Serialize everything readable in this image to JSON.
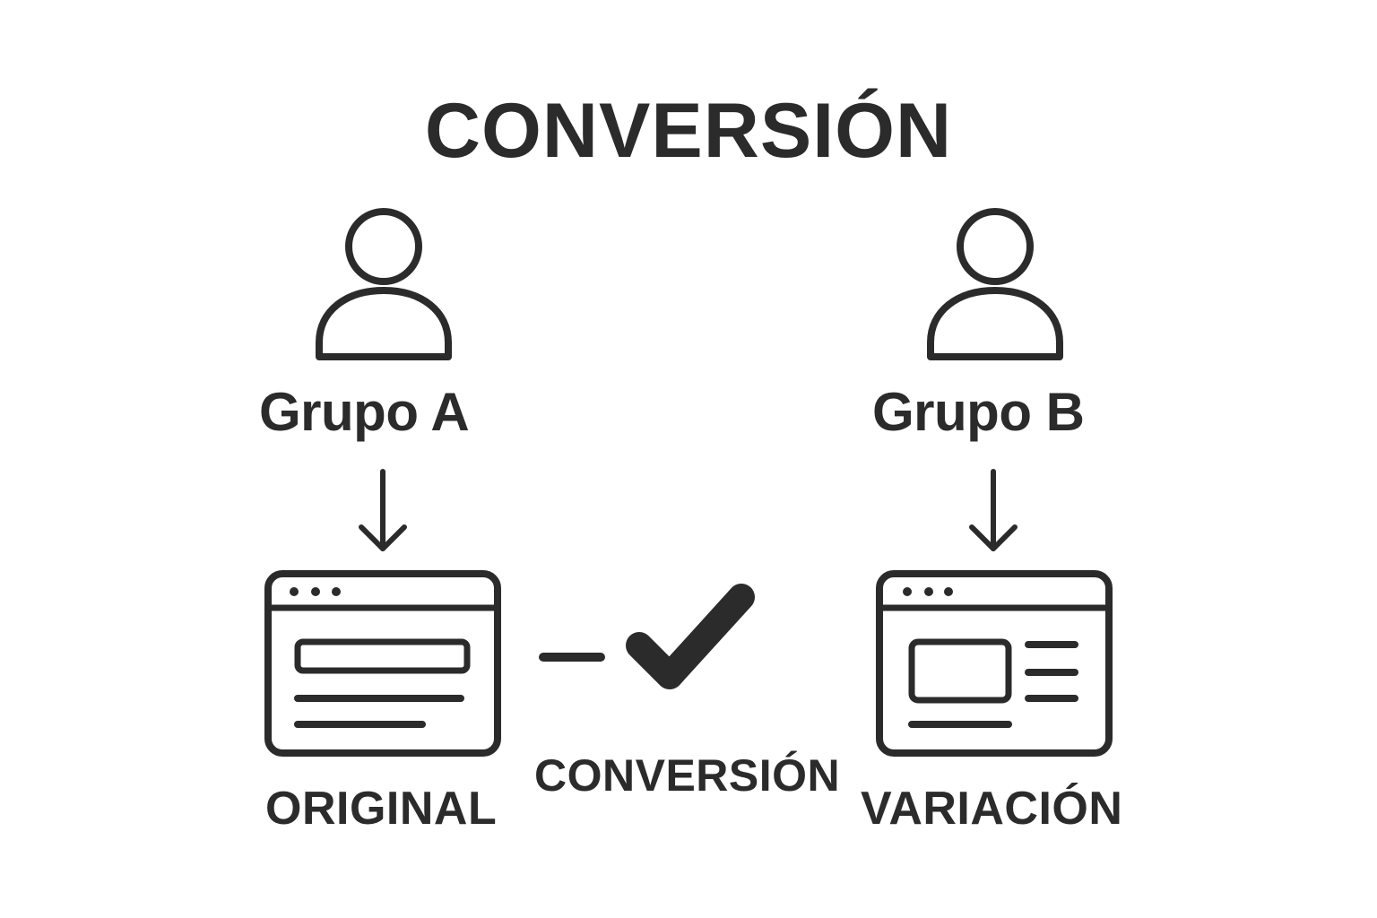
{
  "diagram": {
    "title": "CONVERSIÓN",
    "colors": {
      "ink": "#2b2b2b",
      "background": "#ffffff"
    },
    "groups": [
      {
        "id": "a",
        "label": "Grupo A",
        "icon": "user-icon",
        "arrow": "arrow-down-icon",
        "page_icon": "browser-window-original-icon",
        "page_label": "ORIGINAL"
      },
      {
        "id": "b",
        "label": "Grupo B",
        "icon": "user-icon",
        "arrow": "arrow-down-icon",
        "page_icon": "browser-window-variation-icon",
        "page_label": "VARIACIÓN"
      }
    ],
    "result": {
      "icon": "checkmark-icon",
      "connector": "dash-line",
      "label": "CONVERSIÓN"
    }
  }
}
